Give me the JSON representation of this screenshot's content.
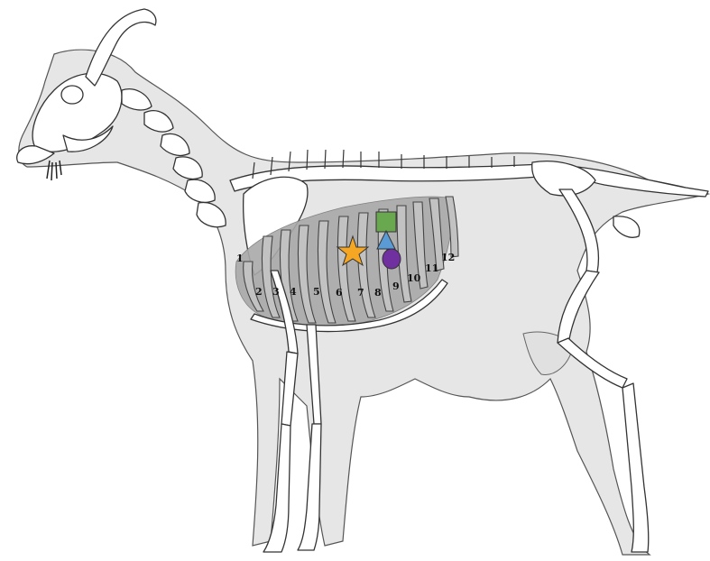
{
  "rib_labels": [
    "1",
    "2",
    "3",
    "4",
    "5",
    "6",
    "7",
    "8",
    "9",
    "10",
    "11",
    "12"
  ],
  "markers": [
    {
      "shape": "star",
      "color": "#f5a623"
    },
    {
      "shape": "square",
      "color": "#6aa84f"
    },
    {
      "shape": "triangle",
      "color": "#5b9bd5"
    },
    {
      "shape": "circle",
      "color": "#7030a0"
    }
  ],
  "colors": {
    "body_fill": "#e6e6e6",
    "thorax_shade": "#a9a9a9",
    "bone_fill": "#ffffff",
    "outline": "#333333"
  }
}
